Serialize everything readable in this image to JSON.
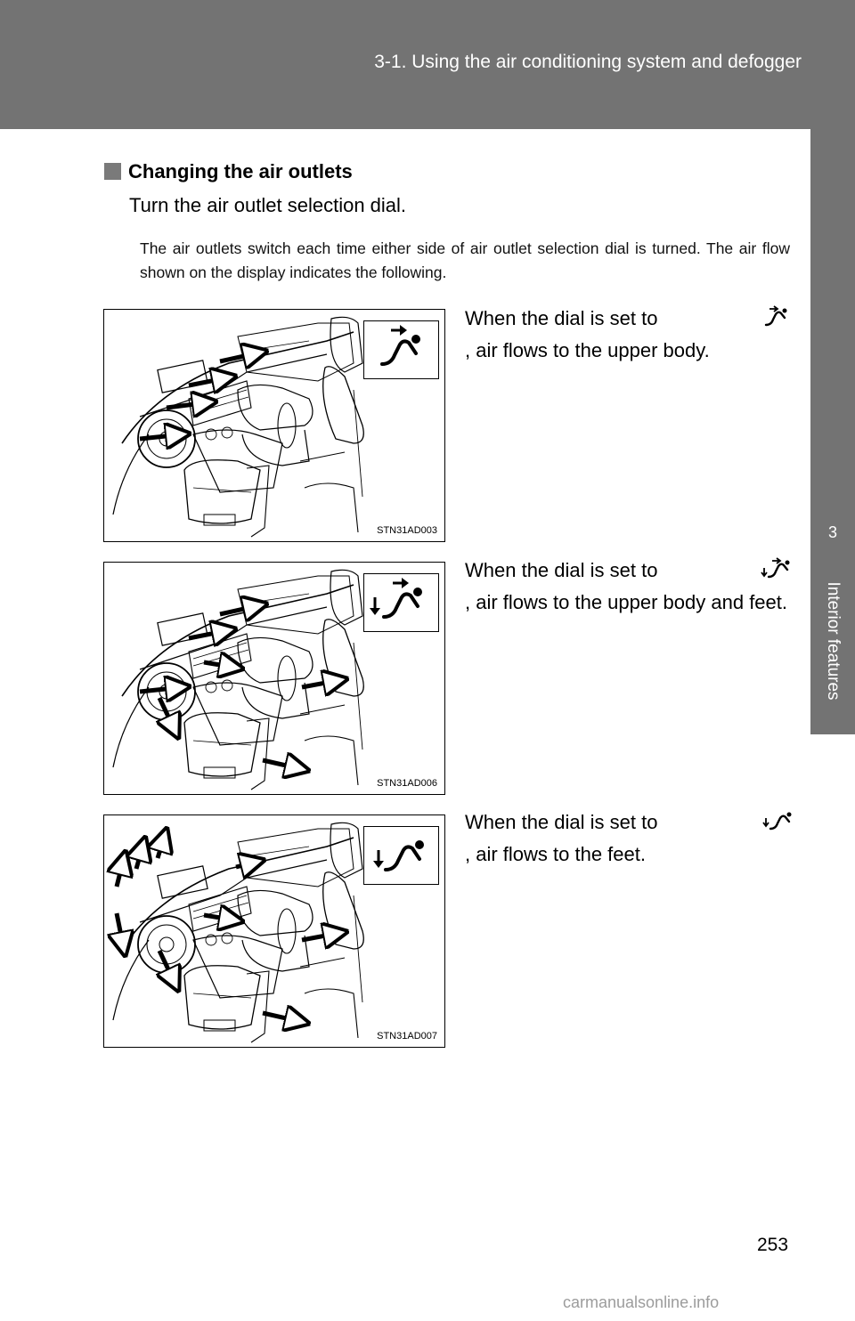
{
  "header": {
    "title": "3-1. Using the air conditioning system and defogger"
  },
  "side_tab": {
    "number": "3",
    "label": "Interior features"
  },
  "section": {
    "heading": "Changing the air outlets",
    "instruction": "Turn the air outlet selection dial.",
    "note": "The air outlets switch each time either side of air outlet selection dial is turned. The air flow shown on the display indicates the following."
  },
  "modes": [
    {
      "figure_code": "STN31AD003",
      "icon": "face-vent-icon",
      "text_before": "When the dial is set to",
      "text_after": ", air flows to the upper body."
    },
    {
      "figure_code": "STN31AD006",
      "icon": "bi-level-vent-icon",
      "text_before": "When the dial is set to",
      "text_after": ", air flows to the upper body and feet."
    },
    {
      "figure_code": "STN31AD007",
      "icon": "foot-vent-icon",
      "text_before": "When the dial is set to",
      "text_after": ", air flows to the feet."
    }
  ],
  "page_number": "253",
  "watermark": "carmanualsonline.info"
}
